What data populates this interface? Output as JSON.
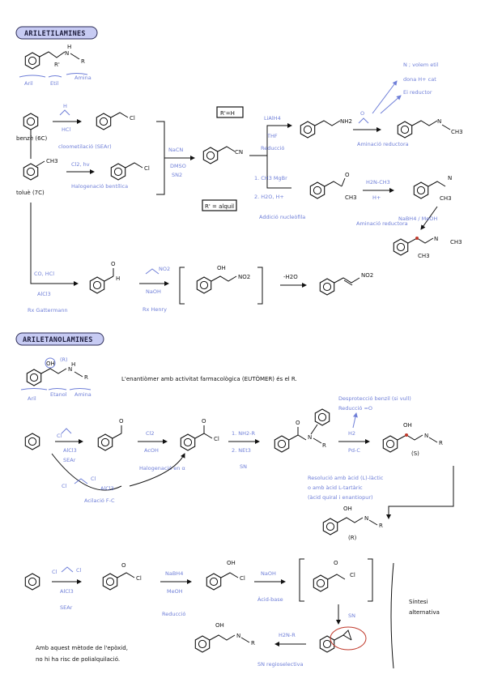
{
  "sections": {
    "arylalkyl_title": "ARILETILAMINES",
    "arylethanol_title": "ARILETANOLAMINES"
  },
  "labels": {
    "aryl": "Aril",
    "ethyl": "Etil",
    "amine": "Amina",
    "ethanol": "Etanol",
    "benzene": "benzè (6C)",
    "toluene": "toluè (7C)",
    "r_prime_h": "R'=H",
    "r_prime_alkyl": "R' = alquil",
    "r_prime": "R'",
    "amination_note_1": "N ; volem etil",
    "amination_note_2": "dona H+ cat",
    "amination_note_3": "Ei reductor",
    "enantiomer_note": "L'enantiòmer amb activitat farmacològica (EUTÒMER) és el R.",
    "deprotection_note_1": "Desprotecció benzil (si vull)",
    "deprotection_note_2": "Reducció =O",
    "resolution_note_1": "Resolució amb àcid (L)-làctic",
    "resolution_note_2": "o amb àcid L-tartàric",
    "resolution_note_3": "(àcid quiral i enantiopur)",
    "epoxide_note_1": "Amb aquest mètode de l'epòxid,",
    "epoxide_note_2": "no hi ha risc de polialquilació.",
    "alt_synthesis_1": "Síntesi",
    "alt_synthesis_2": "alternativa",
    "r_label": "(R)",
    "s_label": "(S)"
  },
  "reagents": {
    "chloromethylation_top": "HCl",
    "chloromethylation": "cloometilació (SEAr)",
    "halogenation_reagent": "Cl2, hv",
    "halogenation": "Halogenació bentílica",
    "nacn_block": "NaCN",
    "sn2_block_1": "DMSO",
    "sn2_block_2": "SN2",
    "lialh4": "LiAlH4",
    "thf": "THF",
    "reduction": "Reducció",
    "grignard": "1. CH3 MgBr",
    "grignard_2": "2. H2O, H+",
    "nucleophilic_addition": "Addició nucleòfila",
    "reductive_amination": "Aminació reductora",
    "amine_reagent": "H2N-CH3",
    "h_plus": "H+",
    "nabh4_meoh": "NaBH4 / MeOH",
    "reductive_amination_2": "Aminació reductora",
    "gattermann_reagent": "CO, HCl",
    "alcl3": "AlCl3",
    "gattermann": "Rx Gattermann",
    "henry_reagent": "NaOH",
    "henry": "Rx Henry",
    "dehydration": "-H2O",
    "fc_alcl3": "AlCl3",
    "fc_sear": "SEAr",
    "fc_acylation": "Acilació F-C",
    "cl2_acoh": "Cl2",
    "acoh": "AcOH",
    "alpha_halogenation": "Halogenació en α",
    "amination_1": "1. NH2-R",
    "amination_2": "2. NEt3",
    "sn_label": "SN",
    "h2": "H2",
    "pd_c": "Pd-C",
    "alt_alcl3": "AlCl3",
    "alt_sear": "SEAr",
    "alt_nabh4": "NaBH4",
    "alt_meoh": "MeOH",
    "alt_reduction": "Reducció",
    "alt_naoh": "NaOH",
    "acid_base": "Àcid-base",
    "alt_sn": "SN",
    "amine_nuc": "H2N-R",
    "regioselective": "SN regioselectiva"
  },
  "groups": {
    "nh2": "NH2",
    "ch3": "CH3",
    "cl": "Cl",
    "cn": "CN",
    "no2": "NO2",
    "oh": "OH",
    "h": "H",
    "n": "N",
    "r": "R",
    "o": "O"
  },
  "colors": {
    "accent_blue": "#6f7fd8",
    "pill_fill": "#c7cbf3",
    "mark_red": "#c0392b",
    "ink": "#111111"
  }
}
